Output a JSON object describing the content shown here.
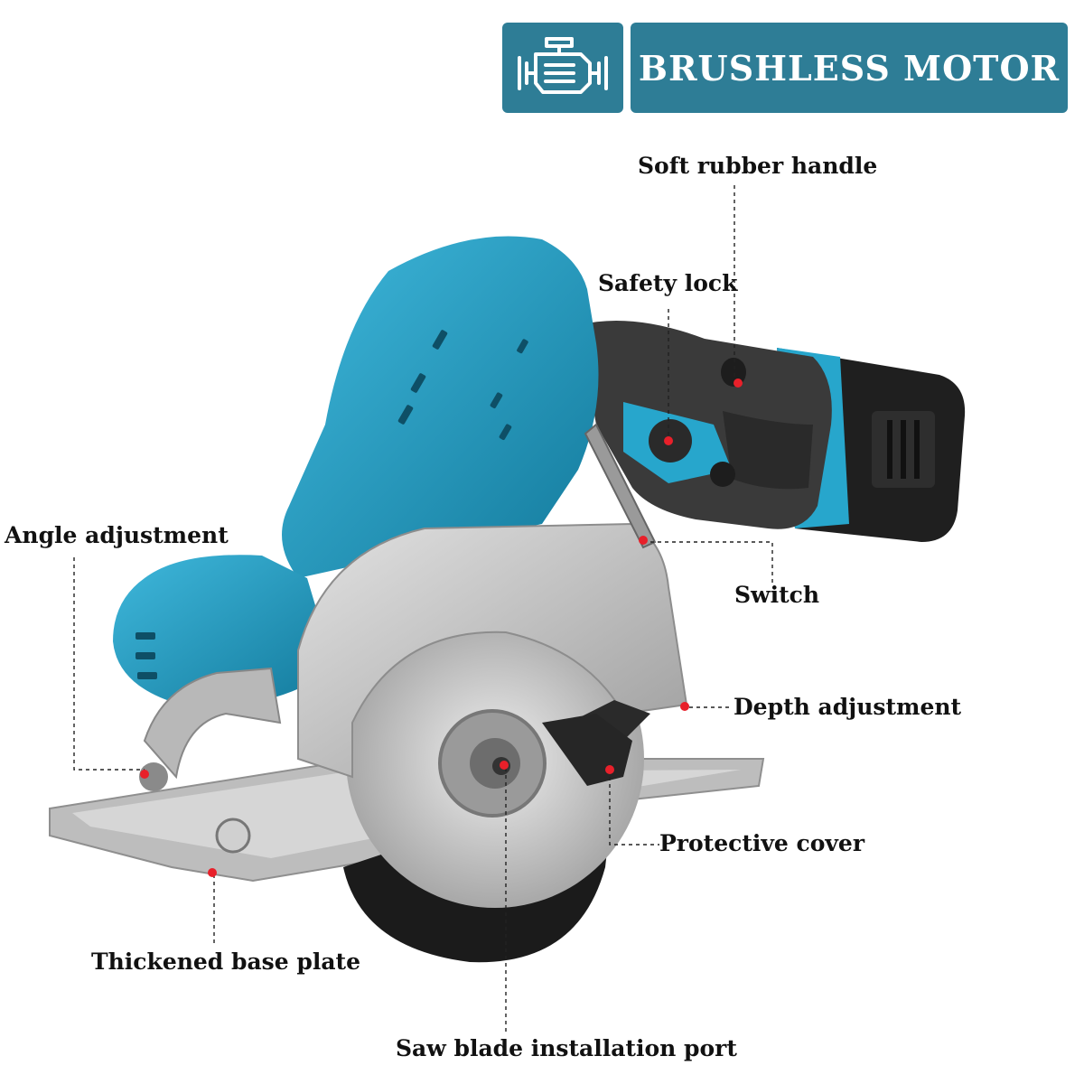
{
  "badge": {
    "icon": "engine-icon",
    "title": "BRUSHLESS MOTOR",
    "color": "#2e7d96"
  },
  "labels": {
    "handle": "Soft rubber handle",
    "safety_lock": "Safety lock",
    "angle": "Angle adjustment",
    "switch": "Switch",
    "depth": "Depth adjustment",
    "cover": "Protective cover",
    "base": "Thickened base plate",
    "blade_port": "Saw blade installation port"
  },
  "colors": {
    "body": "#1e9ec4",
    "grip": "#3a3a3a",
    "guard": "#c9c9c9",
    "marker": "#e8202a"
  }
}
